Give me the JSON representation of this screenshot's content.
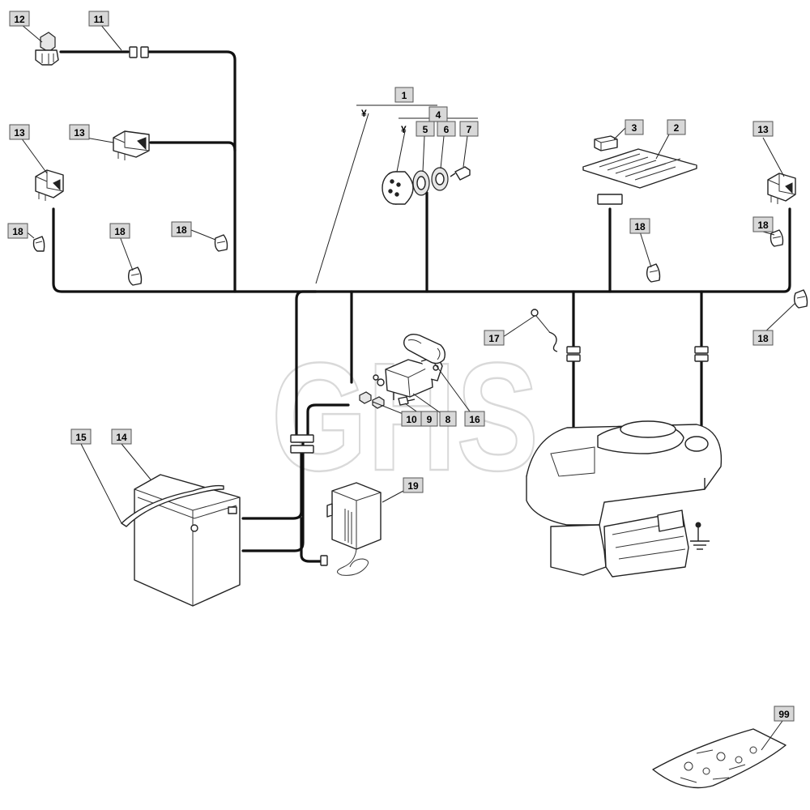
{
  "watermark": "GHS",
  "callouts": {
    "c1": "1",
    "c2": "2",
    "c3": "3",
    "c4": "4",
    "c5": "5",
    "c6": "6",
    "c7": "7",
    "c8": "8",
    "c9": "9",
    "c10": "10",
    "c11": "11",
    "c12": "12",
    "c13a": "13",
    "c13b": "13",
    "c13c": "13",
    "c14": "14",
    "c15": "15",
    "c16": "16",
    "c17": "17",
    "c18a": "18",
    "c18b": "18",
    "c18c": "18",
    "c18d": "18",
    "c18e": "18",
    "c19": "19",
    "c99": "99"
  },
  "asterisk_marks": {
    "a1": "¥",
    "a2": "¥"
  },
  "parts": {
    "p1": "wiring-harness",
    "p2": "circuit-board",
    "p3": "fuse",
    "p4": "ignition-switch-assembly",
    "p5": "switch-nut",
    "p6": "switch-washer",
    "p7": "ignition-key",
    "p8": "starter-solenoid",
    "p9": "solenoid-bolt",
    "p10": "solenoid-nut",
    "p11": "wire-connector",
    "p12": "pressure-switch",
    "p13": "safety-switch",
    "p14": "battery",
    "p15": "battery-strap",
    "p16": "terminal-cover",
    "p17": "ground-lead",
    "p18": "cable-clip",
    "p19": "battery-charger",
    "p99": "hardware-kit"
  }
}
